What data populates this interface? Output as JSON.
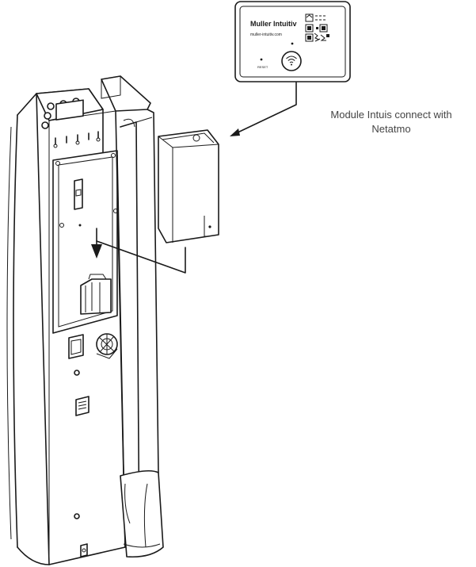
{
  "caption": {
    "line1": "Module Intuis connect with",
    "line2": "Netatmo"
  },
  "module_card": {
    "brand": "Muller Intuitiv",
    "website": "muller-intuitiv.com",
    "reset_label": "RESET",
    "button_icon": "wifi-icon",
    "qr_icon": "qr-code-icon"
  }
}
